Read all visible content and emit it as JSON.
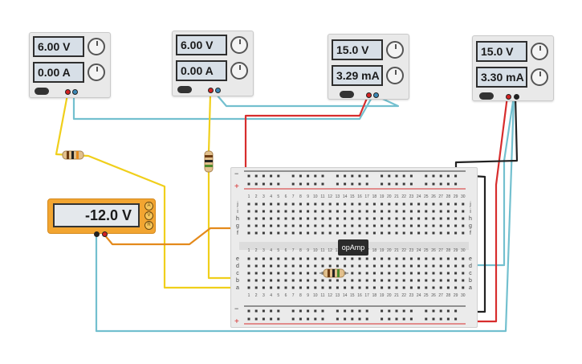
{
  "power_supplies": [
    {
      "voltage": "6.00 V",
      "current": "0.00 A"
    },
    {
      "voltage": "6.00 V",
      "current": "0.00 A"
    },
    {
      "voltage": "15.0 V",
      "current": "3.29 mA"
    },
    {
      "voltage": "15.0 V",
      "current": "3.30 mA"
    }
  ],
  "multimeter": {
    "reading": "-12.0 V",
    "mode_buttons": [
      "A",
      "V",
      "R"
    ]
  },
  "chip": {
    "label": "opAmp"
  },
  "breadboard": {
    "rail_minus": "−",
    "rail_plus": "+",
    "row_letters_top": [
      "j",
      "i",
      "h",
      "g",
      "f"
    ],
    "row_letters_bottom": [
      "e",
      "d",
      "c",
      "b",
      "a"
    ],
    "columns": 30
  },
  "colors": {
    "wire_yellow": "#f0cf1b",
    "wire_cyan": "#73c0cf",
    "wire_red": "#d72d2d",
    "wire_black": "#222222",
    "wire_orange": "#e48a1c"
  }
}
